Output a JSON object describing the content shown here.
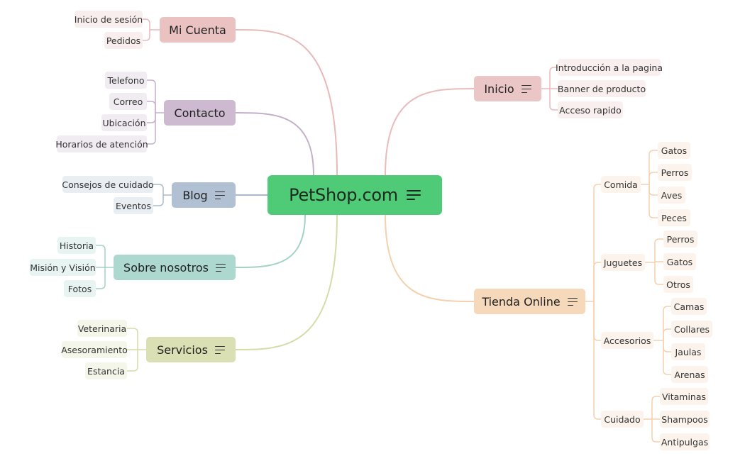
{
  "central": {
    "label": "PetShop.com",
    "icon": "notes-icon",
    "color": "#4fcb78"
  },
  "branches": [
    {
      "id": "mi-cuenta",
      "label": "Mi Cuenta",
      "color": "#eac2c2",
      "line": "#e8b9b9",
      "notes": false,
      "children": [
        {
          "label": "Inicio de sesión"
        },
        {
          "label": "Pedidos"
        }
      ]
    },
    {
      "id": "contacto",
      "label": "Contacto",
      "color": "#cdbad0",
      "line": "#c4b0c9",
      "notes": false,
      "children": [
        {
          "label": "Telefono"
        },
        {
          "label": "Correo"
        },
        {
          "label": "Ubicación"
        },
        {
          "label": "Horarios de atención"
        }
      ]
    },
    {
      "id": "blog",
      "label": "Blog",
      "color": "#b1c1d3",
      "line": "#a9bacd",
      "notes": true,
      "children": [
        {
          "label": "Consejos de cuidado"
        },
        {
          "label": "Eventos"
        }
      ]
    },
    {
      "id": "sobre-nosotros",
      "label": "Sobre nosotros",
      "color": "#add8cf",
      "line": "#a4d2c7",
      "notes": true,
      "children": [
        {
          "label": "Historia"
        },
        {
          "label": "Misión y Visión"
        },
        {
          "label": "Fotos"
        }
      ]
    },
    {
      "id": "servicios",
      "label": "Servicios",
      "color": "#dbe0b4",
      "line": "#d6dca9",
      "notes": true,
      "children": [
        {
          "label": "Veterinaria"
        },
        {
          "label": "Asesoramiento"
        },
        {
          "label": "Estancia"
        }
      ]
    },
    {
      "id": "inicio",
      "label": "Inicio",
      "color": "#ebc6c6",
      "line": "#e9bcbc",
      "notes": true,
      "children": [
        {
          "label": "Introducción a la pagina"
        },
        {
          "label": "Banner de producto"
        },
        {
          "label": "Acceso rapido"
        }
      ]
    },
    {
      "id": "tienda-online",
      "label": "Tienda Online",
      "color": "#f6d9bb",
      "line": "#f3d1ae",
      "notes": true,
      "children": [
        {
          "label": "Comida",
          "children": [
            {
              "label": "Gatos"
            },
            {
              "label": "Perros"
            },
            {
              "label": "Aves"
            },
            {
              "label": "Peces"
            }
          ]
        },
        {
          "label": "Juguetes",
          "children": [
            {
              "label": "Perros"
            },
            {
              "label": "Gatos"
            },
            {
              "label": "Otros"
            }
          ]
        },
        {
          "label": "Accesorios",
          "children": [
            {
              "label": "Camas"
            },
            {
              "label": "Collares"
            },
            {
              "label": "Jaulas"
            },
            {
              "label": "Arenas"
            }
          ]
        },
        {
          "label": "Cuidado",
          "children": [
            {
              "label": "Vitaminas"
            },
            {
              "label": "Shampoos"
            },
            {
              "label": "Antipulgas"
            }
          ]
        }
      ]
    }
  ]
}
